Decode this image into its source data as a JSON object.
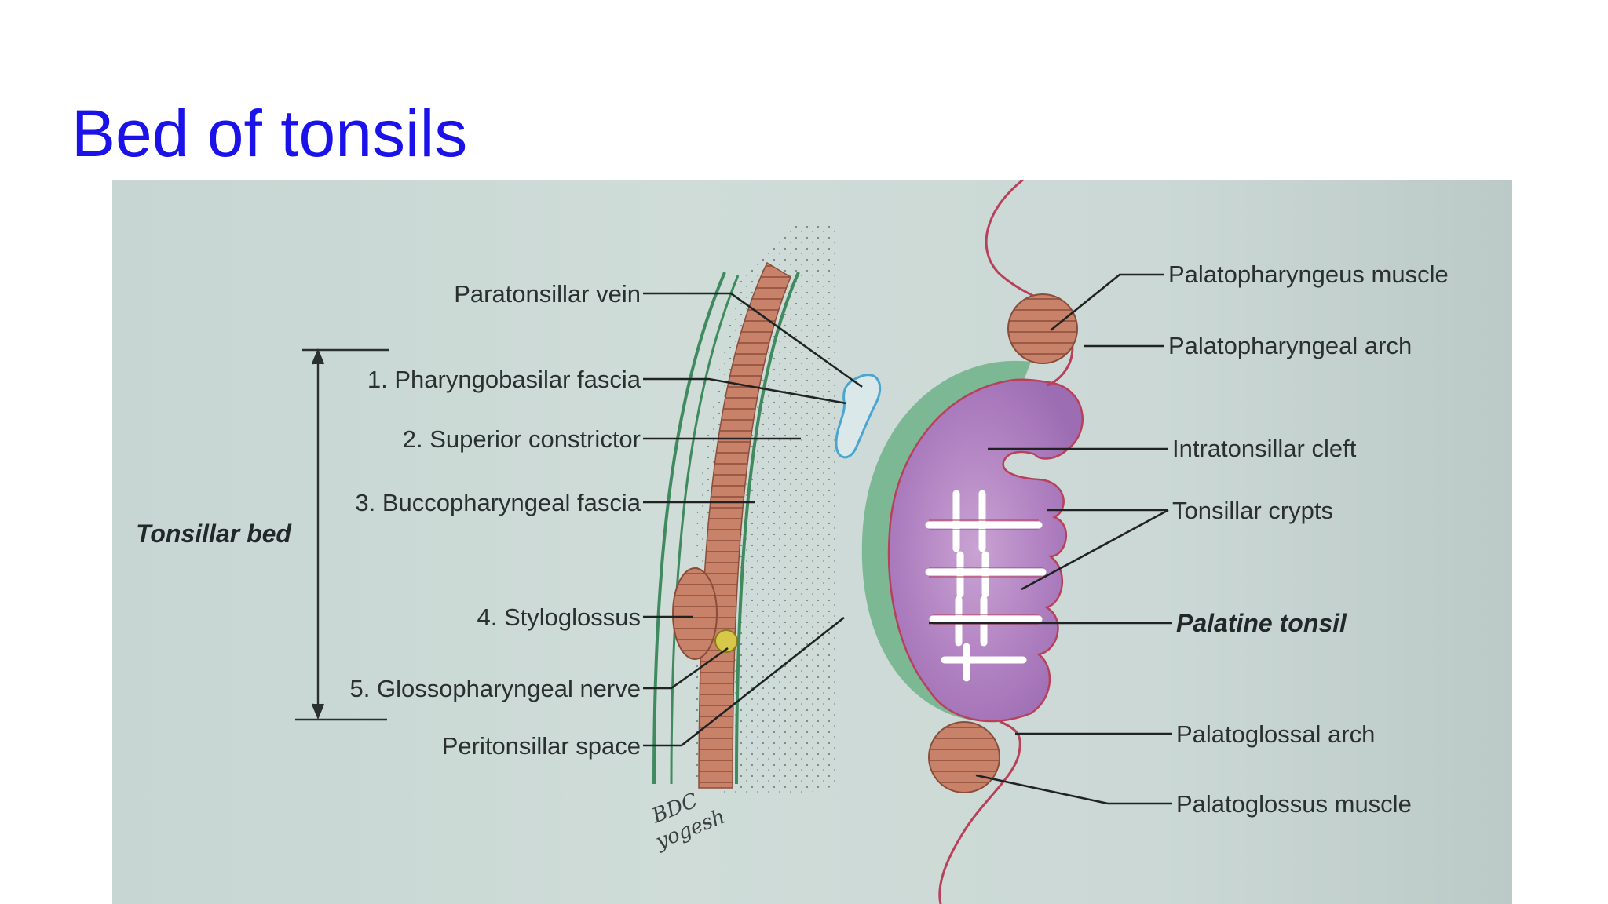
{
  "slide": {
    "title": "Bed of tonsils"
  },
  "diagram": {
    "left_labels": {
      "paratonsillar_vein": "Paratonsillar vein",
      "pharyngobasilar_fascia": "1. Pharyngobasilar fascia",
      "superior_constrictor": "2. Superior constrictor",
      "buccopharyngeal_fascia": "3. Buccopharyngeal fascia",
      "styloglossus": "4. Styloglossus",
      "glossopharyngeal_nerve": "5. Glossopharyngeal nerve",
      "peritonsillar_space": "Peritonsillar space",
      "tonsillar_bed": "Tonsillar bed"
    },
    "right_labels": {
      "palatopharyngeus_muscle": "Palatopharyngeus muscle",
      "palatopharyngeal_arch": "Palatopharyngeal arch",
      "intratonsillar_cleft": "Intratonsillar cleft",
      "tonsillar_crypts": "Tonsillar crypts",
      "palatine_tonsil": "Palatine tonsil",
      "palatoglossal_arch": "Palatoglossal arch",
      "palatoglossus_muscle": "Palatoglossus muscle"
    },
    "signature": {
      "line1": "BDC",
      "line2": "yogesh"
    },
    "colors": {
      "title": "#1a12e8",
      "muscle": "#c9826a",
      "tonsil": "#b07fc0",
      "fascia": "#3f8a5f",
      "vein": "#4aa6d0",
      "nerve": "#d8c84a",
      "mucosa_outline": "#b8405a"
    }
  }
}
